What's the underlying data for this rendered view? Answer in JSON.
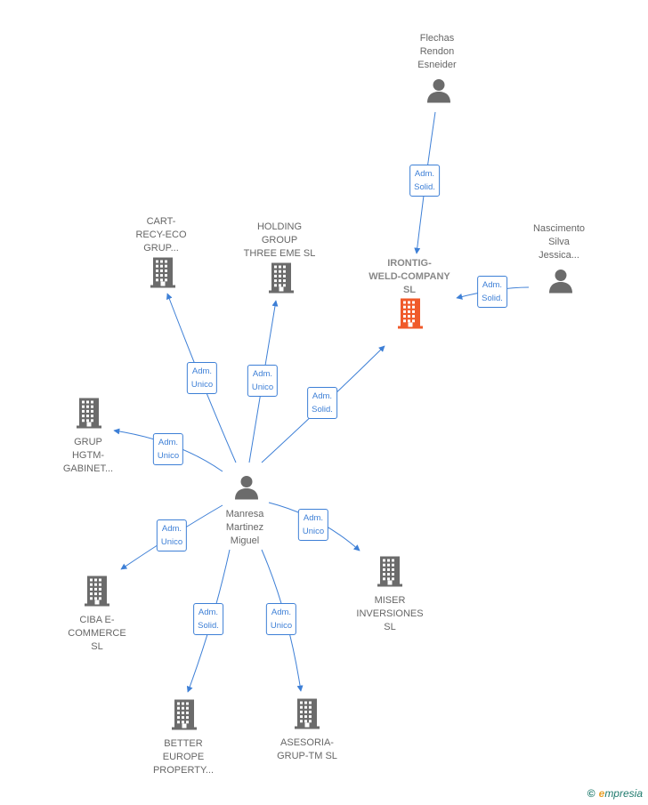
{
  "nodes": [
    {
      "id": "flechas",
      "kind": "person",
      "label": "Flechas\nRendon\nEsneider",
      "color": "#6b6b6b"
    },
    {
      "id": "nascimento",
      "kind": "person",
      "label": "Nascimento\nSilva\nJessica...",
      "color": "#6b6b6b"
    },
    {
      "id": "irontig",
      "kind": "company",
      "label": "IRONTIG-\nWELD-COMPANY\nSL",
      "color": "#f05a2a",
      "focus": true
    },
    {
      "id": "cart",
      "kind": "company",
      "label": "CART-\nRECY-ECO\nGRUP...",
      "color": "#6b6b6b"
    },
    {
      "id": "holding",
      "kind": "company",
      "label": "HOLDING\nGROUP\nTHREE EME SL",
      "color": "#6b6b6b"
    },
    {
      "id": "grup_hgtm",
      "kind": "company",
      "label": "GRUP\nHGTM-\nGABINET...",
      "color": "#6b6b6b"
    },
    {
      "id": "manresa",
      "kind": "person",
      "label": "Manresa\nMartinez\nMiguel",
      "color": "#6b6b6b"
    },
    {
      "id": "ciba",
      "kind": "company",
      "label": "CIBA E-\nCOMMERCE\nSL",
      "color": "#6b6b6b"
    },
    {
      "id": "miser",
      "kind": "company",
      "label": "MISER\nINVERSIONES\nSL",
      "color": "#6b6b6b"
    },
    {
      "id": "better",
      "kind": "company",
      "label": "BETTER\nEUROPE\nPROPERTY...",
      "color": "#6b6b6b"
    },
    {
      "id": "asesoria",
      "kind": "company",
      "label": "ASESORIA-\nGRUP-TM SL",
      "color": "#6b6b6b"
    }
  ],
  "edges": [
    {
      "from": "flechas",
      "to": "irontig",
      "label": "Adm.\nSolid."
    },
    {
      "from": "nascimento",
      "to": "irontig",
      "label": "Adm.\nSolid."
    },
    {
      "from": "manresa",
      "to": "irontig",
      "label": "Adm.\nSolid."
    },
    {
      "from": "manresa",
      "to": "cart",
      "label": "Adm.\nUnico"
    },
    {
      "from": "manresa",
      "to": "holding",
      "label": "Adm.\nUnico"
    },
    {
      "from": "manresa",
      "to": "grup_hgtm",
      "label": "Adm.\nUnico"
    },
    {
      "from": "manresa",
      "to": "ciba",
      "label": "Adm.\nUnico"
    },
    {
      "from": "manresa",
      "to": "miser",
      "label": "Adm.\nUnico"
    },
    {
      "from": "manresa",
      "to": "better",
      "label": "Adm.\nSolid."
    },
    {
      "from": "manresa",
      "to": "asesoria",
      "label": "Adm.\nUnico"
    }
  ],
  "edge_color": "#3d7fd6",
  "footer": {
    "copyright": "©",
    "brand_initial": "e",
    "brand_rest": "mpresia"
  }
}
